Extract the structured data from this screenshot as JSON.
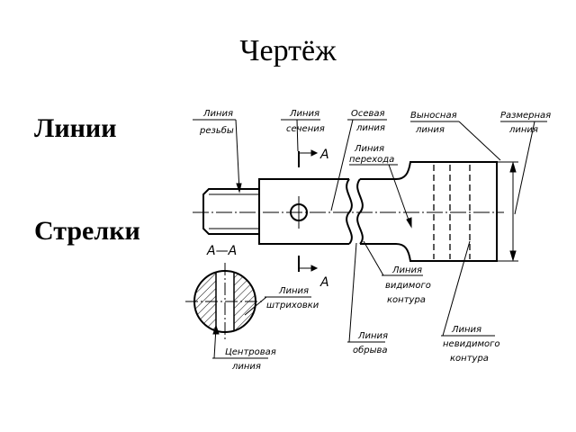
{
  "title": "Чертёж",
  "side_labels": {
    "lines": "Линии",
    "arrows": "Стрелки"
  },
  "drawing": {
    "section_name": "А—А",
    "section_letter_top": "А",
    "section_letter_bottom": "А",
    "labels": {
      "thread_line": [
        "Линия",
        "резьбы"
      ],
      "section_line": [
        "Линия",
        "сечения"
      ],
      "axial_line": [
        "Осевая",
        "линия"
      ],
      "extension_line": [
        "Выносная",
        "линия"
      ],
      "dimension_line": [
        "Размерная",
        "линия"
      ],
      "transition_line": [
        "Линия",
        "перехода"
      ],
      "hatching_line": [
        "Линия",
        "штриховки"
      ],
      "center_line": [
        "Центровая",
        "линия"
      ],
      "visible_contour": [
        "Линия",
        "видимого",
        "контура"
      ],
      "break_line": [
        "Линия",
        "обрыва"
      ],
      "hidden_contour": [
        "Линия",
        "невидимого",
        "контура"
      ]
    }
  }
}
